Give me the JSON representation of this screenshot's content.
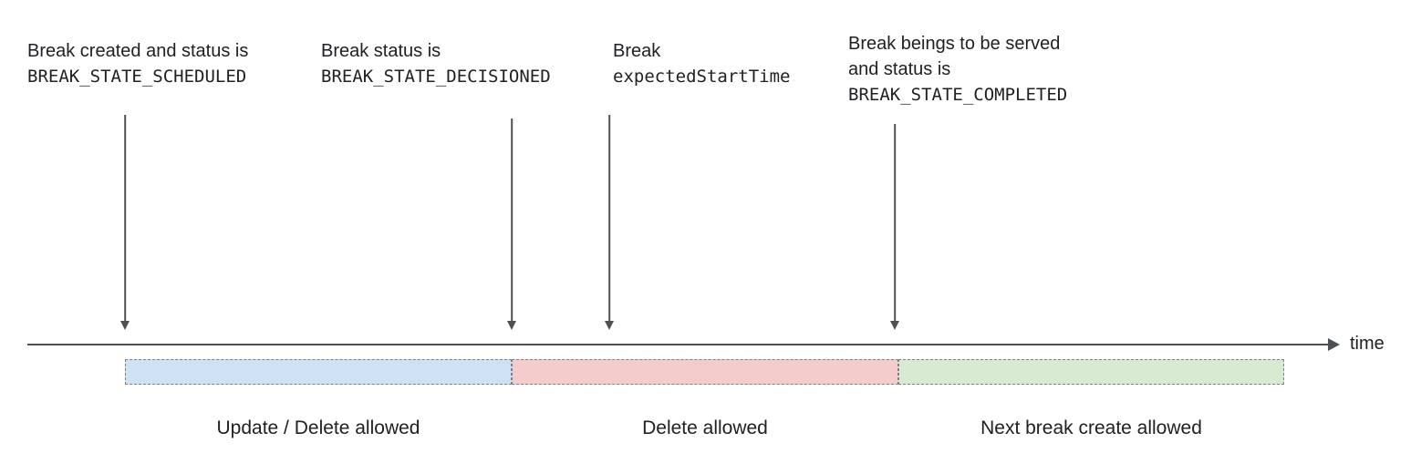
{
  "annotations": [
    {
      "line1": "Break created and status is",
      "code": "BREAK_STATE_SCHEDULED"
    },
    {
      "line1": "Break status is",
      "code": "BREAK_STATE_DECISIONED"
    },
    {
      "line1": "Break",
      "code": "expectedStartTime"
    },
    {
      "line1": "Break beings to be served",
      "line2": "and status is",
      "code": "BREAK_STATE_COMPLETED"
    }
  ],
  "timeline": {
    "axis_label": "time"
  },
  "segments": [
    {
      "label": "Update / Delete allowed",
      "fill": "#cfe2f3"
    },
    {
      "label": "Delete allowed",
      "fill": "#f4cccc"
    },
    {
      "label": "Next break create allowed",
      "fill": "#d9ead3"
    }
  ],
  "colors": {
    "arrow": "#4d5156",
    "segment_border": "#78838d",
    "text": "#202124"
  }
}
